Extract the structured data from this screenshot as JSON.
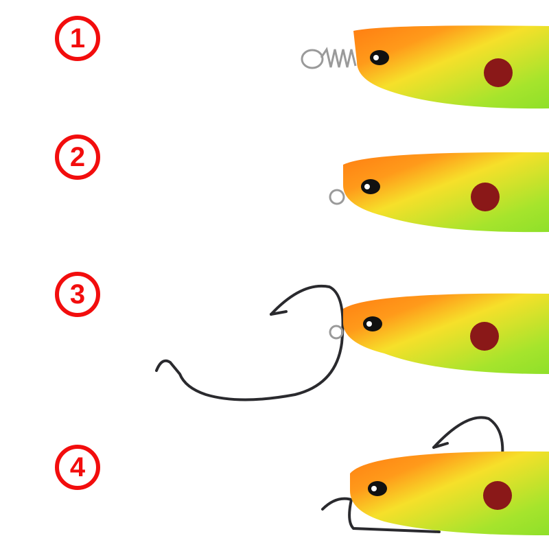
{
  "labels": [
    "1",
    "2",
    "3",
    "4"
  ],
  "colors": {
    "label_red": "#f20d0d",
    "lure_head": "#ff8a1a",
    "lure_mid": "#f4e62a",
    "lure_belly": "#8fe02a",
    "dot": "#8a1818",
    "hook": "#2a2a2e"
  },
  "items": [
    {
      "label": "1",
      "rig": "spring-coil-screw"
    },
    {
      "label": "2",
      "rig": "line-tie-ring"
    },
    {
      "label": "3",
      "rig": "offset-worm-hook"
    },
    {
      "label": "4",
      "rig": "weighted-belly-hook"
    }
  ]
}
